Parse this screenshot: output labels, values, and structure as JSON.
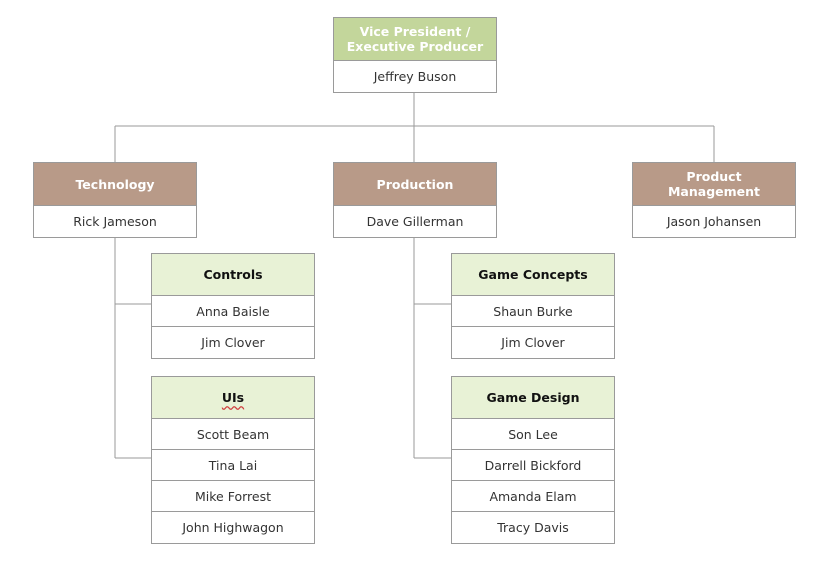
{
  "org": {
    "vp": {
      "title": "Vice President / Executive Producer",
      "members": [
        "Jeffrey Buson"
      ]
    },
    "technology": {
      "title": "Technology",
      "members": [
        "Rick Jameson"
      ]
    },
    "production": {
      "title": "Production",
      "members": [
        "Dave Gillerman"
      ]
    },
    "product_management": {
      "title": "Product Management",
      "members": [
        "Jason Johansen"
      ]
    },
    "controls": {
      "title": "Controls",
      "members": [
        "Anna Baisle",
        "Jim Clover"
      ]
    },
    "uis": {
      "title": "UIs",
      "members": [
        "Scott Beam",
        "Tina Lai",
        "Mike Forrest",
        "John Highwagon"
      ]
    },
    "game_concepts": {
      "title": "Game Concepts",
      "members": [
        "Shaun Burke",
        "Jim Clover"
      ]
    },
    "game_design": {
      "title": "Game Design",
      "members": [
        "Son Lee",
        "Darrell Bickford",
        "Amanda Elam",
        "Tracy Davis"
      ]
    }
  },
  "colors": {
    "top_header": "#c3d69b",
    "department_header": "#b89a88",
    "team_header": "#e8f2d6",
    "connector": "#9a9a9a"
  }
}
